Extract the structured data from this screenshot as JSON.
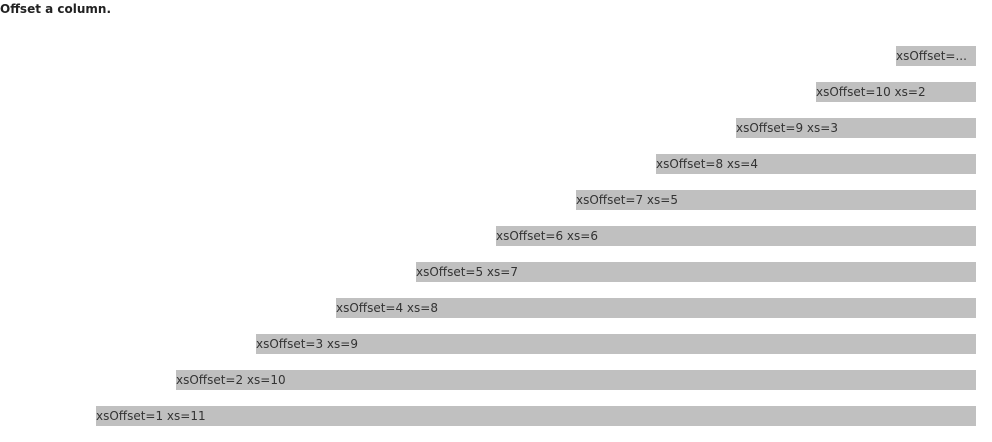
{
  "heading": "Offset a column.",
  "rows": [
    {
      "label": "xsOffset=..."
    },
    {
      "label": "xsOffset=10 xs=2"
    },
    {
      "label": "xsOffset=9 xs=3"
    },
    {
      "label": "xsOffset=8 xs=4"
    },
    {
      "label": "xsOffset=7 xs=5"
    },
    {
      "label": "xsOffset=6 xs=6"
    },
    {
      "label": "xsOffset=5 xs=7"
    },
    {
      "label": "xsOffset=4 xs=8"
    },
    {
      "label": "xsOffset=3 xs=9"
    },
    {
      "label": "xsOffset=2 xs=10"
    },
    {
      "label": "xsOffset=1 xs=11"
    }
  ],
  "colors": {
    "column_background": "#c0c0c0",
    "text": "#333333"
  }
}
